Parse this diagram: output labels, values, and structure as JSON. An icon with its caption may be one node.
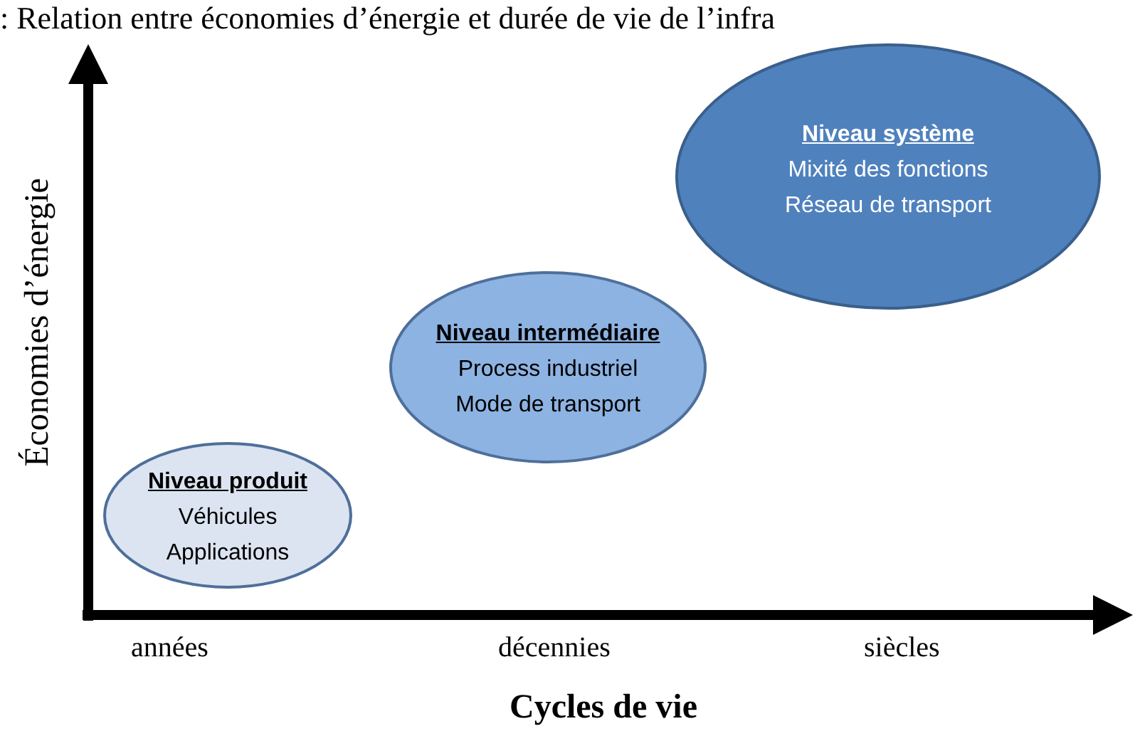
{
  "diagram": {
    "title": ": Relation entre économies d’énergie et durée de vie de l’infra",
    "nodes": [
      {
        "text": [
          "Niveau produit",
          "Véhicules",
          "Applications"
        ]
      },
      {
        "text": [
          "Niveau intermédiaire",
          "Process industriel",
          "Mode de transport"
        ]
      },
      {
        "text": [
          "Niveau système",
          "Mixité des fonctions",
          "Réseau de transport"
        ]
      }
    ],
    "labels": [
      "Économies d’énergie",
      "années",
      "décennies",
      "siècles",
      "Cycles de vie"
    ]
  }
}
